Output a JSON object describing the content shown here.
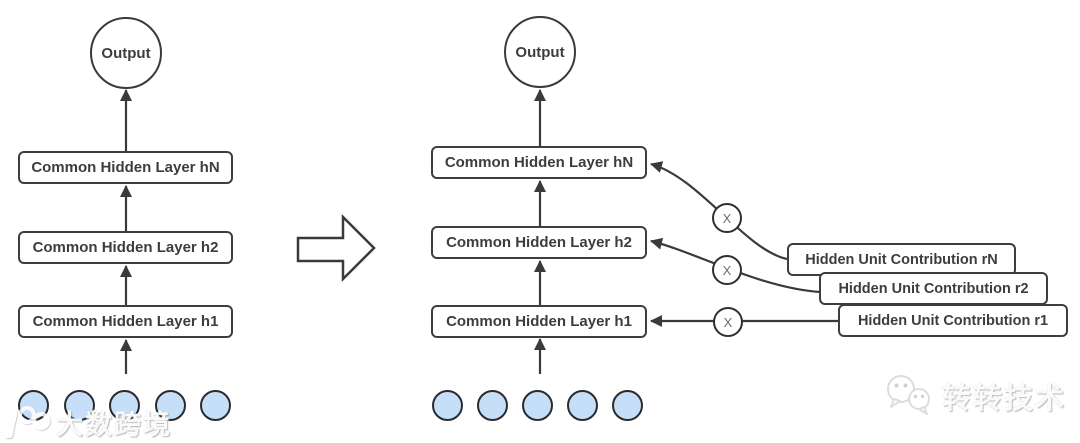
{
  "left_diagram": {
    "output_label": "Output",
    "layers": [
      {
        "label": "Common Hidden Layer hN"
      },
      {
        "label": "Common Hidden Layer h2"
      },
      {
        "label": "Common Hidden Layer h1"
      }
    ],
    "input_node_count": 5
  },
  "right_diagram": {
    "output_label": "Output",
    "layers": [
      {
        "label": "Common Hidden Layer hN"
      },
      {
        "label": "Common Hidden Layer h2"
      },
      {
        "label": "Common Hidden Layer h1"
      }
    ],
    "multiply_label": "X",
    "contributions": [
      {
        "label": "Hidden Unit Contribution rN"
      },
      {
        "label": "Hidden Unit Contribution r2"
      },
      {
        "label": "Hidden Unit Contribution r1"
      }
    ],
    "input_node_count": 5
  },
  "watermarks": {
    "bottom_left": "大数跨境",
    "bottom_right": "转转技术"
  },
  "icons": {
    "bottom_left_logo": "rings-badge",
    "bottom_right_logo": "wechat-bubbles",
    "multiply": "X",
    "transform": "block-arrow-right"
  },
  "colors": {
    "stroke": "#3a3a3c",
    "box_text": "#3d3d3f",
    "input_fill": "#c4dff7",
    "x_text": "#6e6e72",
    "watermark": "#ffffff"
  }
}
